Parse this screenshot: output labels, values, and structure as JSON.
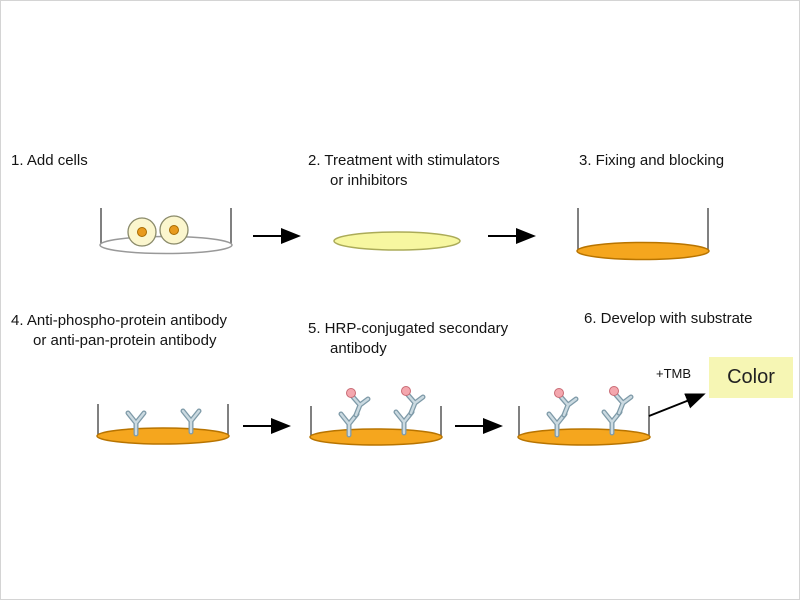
{
  "diagram": {
    "steps": {
      "s1": {
        "label": "1. Add cells"
      },
      "s2": {
        "line1": "2. Treatment with stimulators",
        "line2": "or inhibitors"
      },
      "s3": {
        "label": "3. Fixing and blocking"
      },
      "s4": {
        "line1": "4. Anti-phospho-protein antibody",
        "line2": "or anti-pan-protein antibody"
      },
      "s5": {
        "line1": "5. HRP-conjugated secondary",
        "line2": "antibody"
      },
      "s6": {
        "label": "6. Develop with substrate"
      }
    },
    "annotations": {
      "tmb": "+TMB",
      "color": "Color"
    },
    "colors": {
      "well_orange": "#F5A61E",
      "treatment_liquid": "#F7F7A0",
      "cell_body": "#FBF6CE",
      "cell_nucleus": "#E89A1E",
      "antibody": "#7E9AA8",
      "hrp_label": "#F4A7AE",
      "color_box_background": "#F6F6B4"
    }
  }
}
